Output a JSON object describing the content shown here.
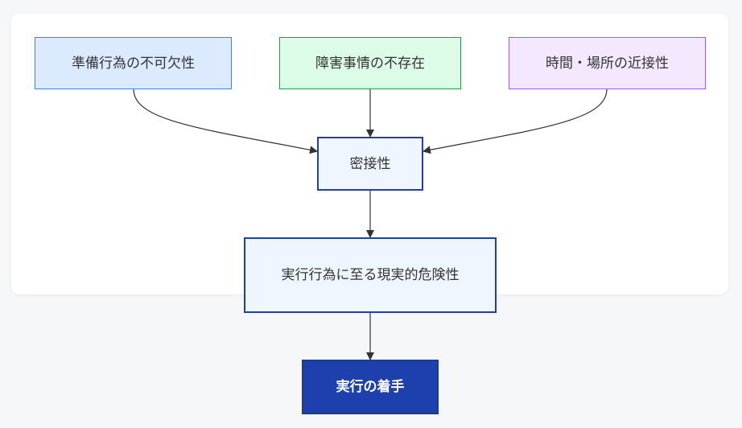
{
  "diagram": {
    "nodes": {
      "prep": "準備行為の不可欠性",
      "obstacle": "障害事情の不存在",
      "proximity": "時間・場所の近接性",
      "closeness": "密接性",
      "danger": "実行行為に至る現実的危険性",
      "start": "実行の着手"
    },
    "edges": [
      {
        "from": "prep",
        "to": "closeness"
      },
      {
        "from": "obstacle",
        "to": "closeness"
      },
      {
        "from": "proximity",
        "to": "closeness"
      },
      {
        "from": "closeness",
        "to": "danger"
      },
      {
        "from": "danger",
        "to": "start"
      }
    ],
    "colors": {
      "prep_fill": "#dbeafe",
      "prep_stroke": "#3b82f6",
      "obstacle_fill": "#dcfce7",
      "obstacle_stroke": "#16a34a",
      "proximity_fill": "#f3e8ff",
      "proximity_stroke": "#a855f7",
      "process_fill": "#eff6ff",
      "process_stroke": "#1e40af",
      "result_fill": "#1e40af",
      "edge": "#333333"
    }
  }
}
